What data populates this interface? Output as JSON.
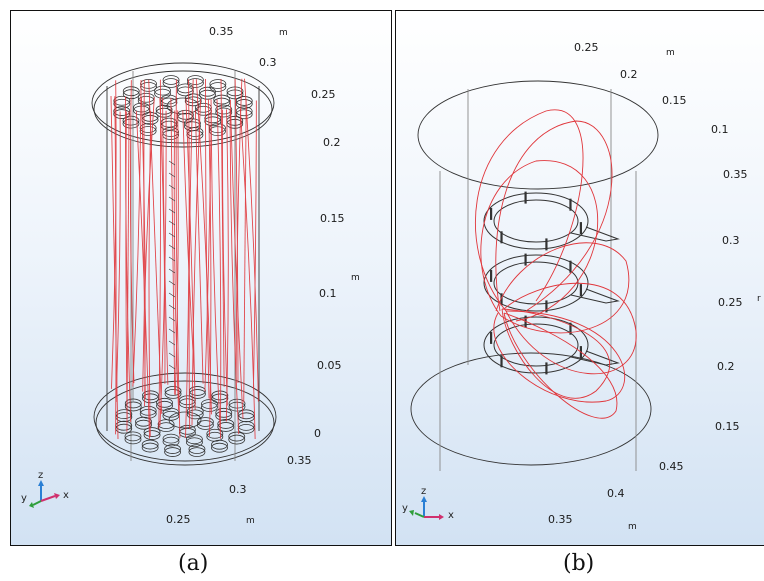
{
  "panels": [
    {
      "id": "a",
      "caption": "(a)",
      "axis_labels": [
        "0.35",
        "m",
        "0.3",
        "0.25",
        "0.2",
        "0.15",
        "m",
        "0.1",
        "0.05",
        "0",
        "0.35",
        "0.3",
        "0.25",
        "m"
      ],
      "triad": {
        "x": "x",
        "y": "y",
        "z": "z"
      }
    },
    {
      "id": "b",
      "caption": "(b)",
      "axis_labels": [
        "0.25",
        "m",
        "0.2",
        "0.15",
        "0.1",
        "0.35",
        "0.3",
        "0.25",
        "r",
        "0.2",
        "0.15",
        "0.45",
        "0.4",
        "0.35",
        "m"
      ],
      "triad": {
        "x": "x",
        "y": "y",
        "z": "z"
      }
    }
  ],
  "colors": {
    "field_lines": "#e0353a",
    "geometry": "#333333",
    "background_top": "#ffffff",
    "background_bottom": "#d2e2f3"
  }
}
